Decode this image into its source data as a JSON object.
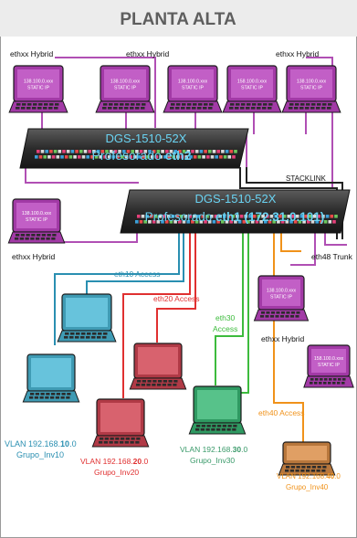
{
  "title": "PLANTA ALTA",
  "colors": {
    "trunk_purple": "#b04fb4",
    "vlan10": "#2a8fb1",
    "vlan20": "#e03030",
    "vlan30": "#3dbb3d",
    "vlan40": "#f0921a",
    "stack_black": "#222222",
    "switch_text": "#6ad3f2",
    "laptop_purple": "#a23aa6",
    "laptop_teal": "#3f9bb4",
    "laptop_red": "#b03a46",
    "laptop_green": "#2f9a62",
    "laptop_orange": "#b8773c"
  },
  "switches": {
    "top": {
      "model": "DGS-1510-52X",
      "name_prefix": "Profesorado ",
      "name_bold": "eth2",
      "name_suffix": ""
    },
    "bottom": {
      "model": "DGS-1510-52X",
      "name_prefix": "Profesorado ",
      "name_bold": "eth1",
      "name_suffix": " (172.31.0.101)"
    }
  },
  "labels": {
    "hybrid_top_left": "ethxx Hybrid",
    "hybrid_top_mid": "ethxx Hybrid",
    "hybrid_top_right": "ethxx Hybrid",
    "hybrid_mid_left": "ethxx Hybrid",
    "hybrid_right": "ethxx Hybrid",
    "stacklink": "STACKLINK",
    "eth48_trunk": "eth48 Trunk",
    "eth10_access": "eth10 Access",
    "eth20_access": "eth20 Access",
    "eth30_access_line1": "eth30",
    "eth30_access_line2": "Access",
    "eth40_access": "eth40 Access"
  },
  "static_laptops": {
    "ip": "138.100.0.xxx",
    "ip_alt": "158.100.0.xxx",
    "caption": "STATIC IP"
  },
  "vlans": [
    {
      "line1_prefix": "VLAN 192.168.",
      "line1_bold": "10",
      "line1_suffix": ".0",
      "line2": "Grupo_Inv10"
    },
    {
      "line1_prefix": "VLAN 192.168.",
      "line1_bold": "20",
      "line1_suffix": ".0",
      "line2": "Grupo_Inv20"
    },
    {
      "line1_prefix": "VLAN 192.168.",
      "line1_bold": "30",
      "line1_suffix": ".0",
      "line2": "Grupo_Inv30"
    },
    {
      "line1_prefix": "VLAN 192.168.",
      "line1_bold": "40",
      "line1_suffix": ".0",
      "line2": "Grupo_Inv40"
    }
  ]
}
